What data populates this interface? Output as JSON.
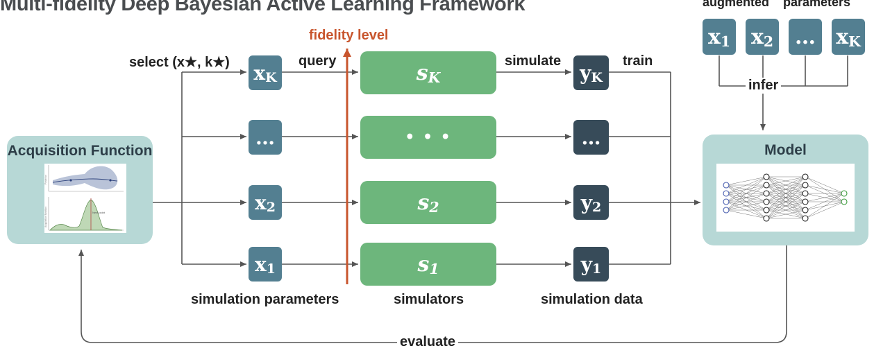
{
  "title": "Multi-fidelity Deep Bayesian Active Learning Framework",
  "labels": {
    "select": "select (x★, k★)",
    "fidelity_level": "fidelity level",
    "query": "query",
    "simulate": "simulate",
    "train": "train",
    "simulation_parameters": "simulation parameters",
    "simulators": "simulators",
    "simulation_data": "simulation data",
    "evaluate": "evaluate",
    "infer": "infer",
    "augmented": "augmented",
    "parameters": "parameters"
  },
  "acquisition": {
    "title": "Acquisition Function",
    "top_axis_label": "Posterior",
    "bottom_axis_label": "Acquisition function",
    "next_point_label": "Next point"
  },
  "model": {
    "title": "Model"
  },
  "rows": [
    {
      "x_base": "x",
      "x_sub": "K",
      "s_base": "s",
      "s_sub": "K",
      "y_base": "y",
      "y_sub": "K"
    },
    {
      "x_base": "…",
      "x_sub": "",
      "s_base": "• • •",
      "s_sub": "",
      "y_base": "…",
      "y_sub": ""
    },
    {
      "x_base": "x",
      "x_sub": "2",
      "s_base": "s",
      "s_sub": "2",
      "y_base": "y",
      "y_sub": "2"
    },
    {
      "x_base": "x",
      "x_sub": "1",
      "s_base": "s",
      "s_sub": "1",
      "y_base": "y",
      "y_sub": "1"
    }
  ],
  "augmented_boxes": [
    {
      "base": "x",
      "sub": "1"
    },
    {
      "base": "x",
      "sub": "2"
    },
    {
      "base": "…",
      "sub": ""
    },
    {
      "base": "x",
      "sub": "K"
    }
  ],
  "colors": {
    "param_box": "#537f91",
    "simulator_box": "#6db67c",
    "data_box": "#374b59",
    "panel_bg": "#b7d8d6",
    "fidelity_arrow": "#c8552d",
    "arrows": "#555555"
  }
}
